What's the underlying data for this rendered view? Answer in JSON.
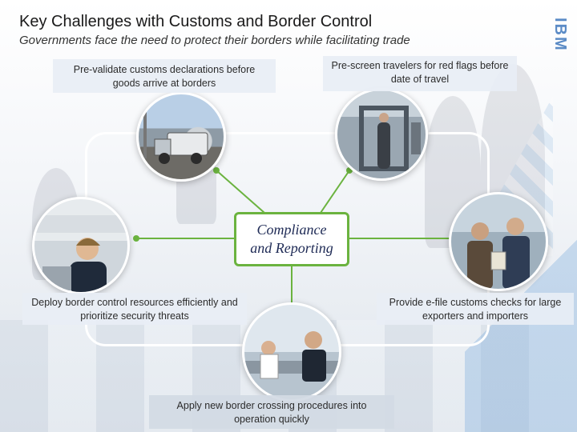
{
  "header": {
    "title": "Key Challenges with Customs and Border Control",
    "subtitle": "Governments face the need to protect their borders while facilitating trade",
    "logo_text": "IBM"
  },
  "center": {
    "label": "Compliance\nand Reporting"
  },
  "callouts": {
    "top_left": "Pre-validate customs declarations before goods arrive at borders",
    "top_right": "Pre-screen travelers for red flags before date of travel",
    "mid_left": "Deploy border control resources efficiently and prioritize security threats",
    "mid_right": "Provide e-file customs checks for large exporters and importers",
    "bottom": "Apply new border crossing procedures into operation quickly"
  },
  "photos": {
    "top_left": "truck-at-border-photo",
    "top_right": "airport-security-scanner-photo",
    "mid_left": "border-officer-in-vehicle-photo",
    "mid_right": "inspectors-with-clipboard-photo",
    "bottom": "customs-counter-photo"
  },
  "colors": {
    "connector": "#6bb33f",
    "center_text": "#1e2a55",
    "logo": "#4a7fc0"
  }
}
